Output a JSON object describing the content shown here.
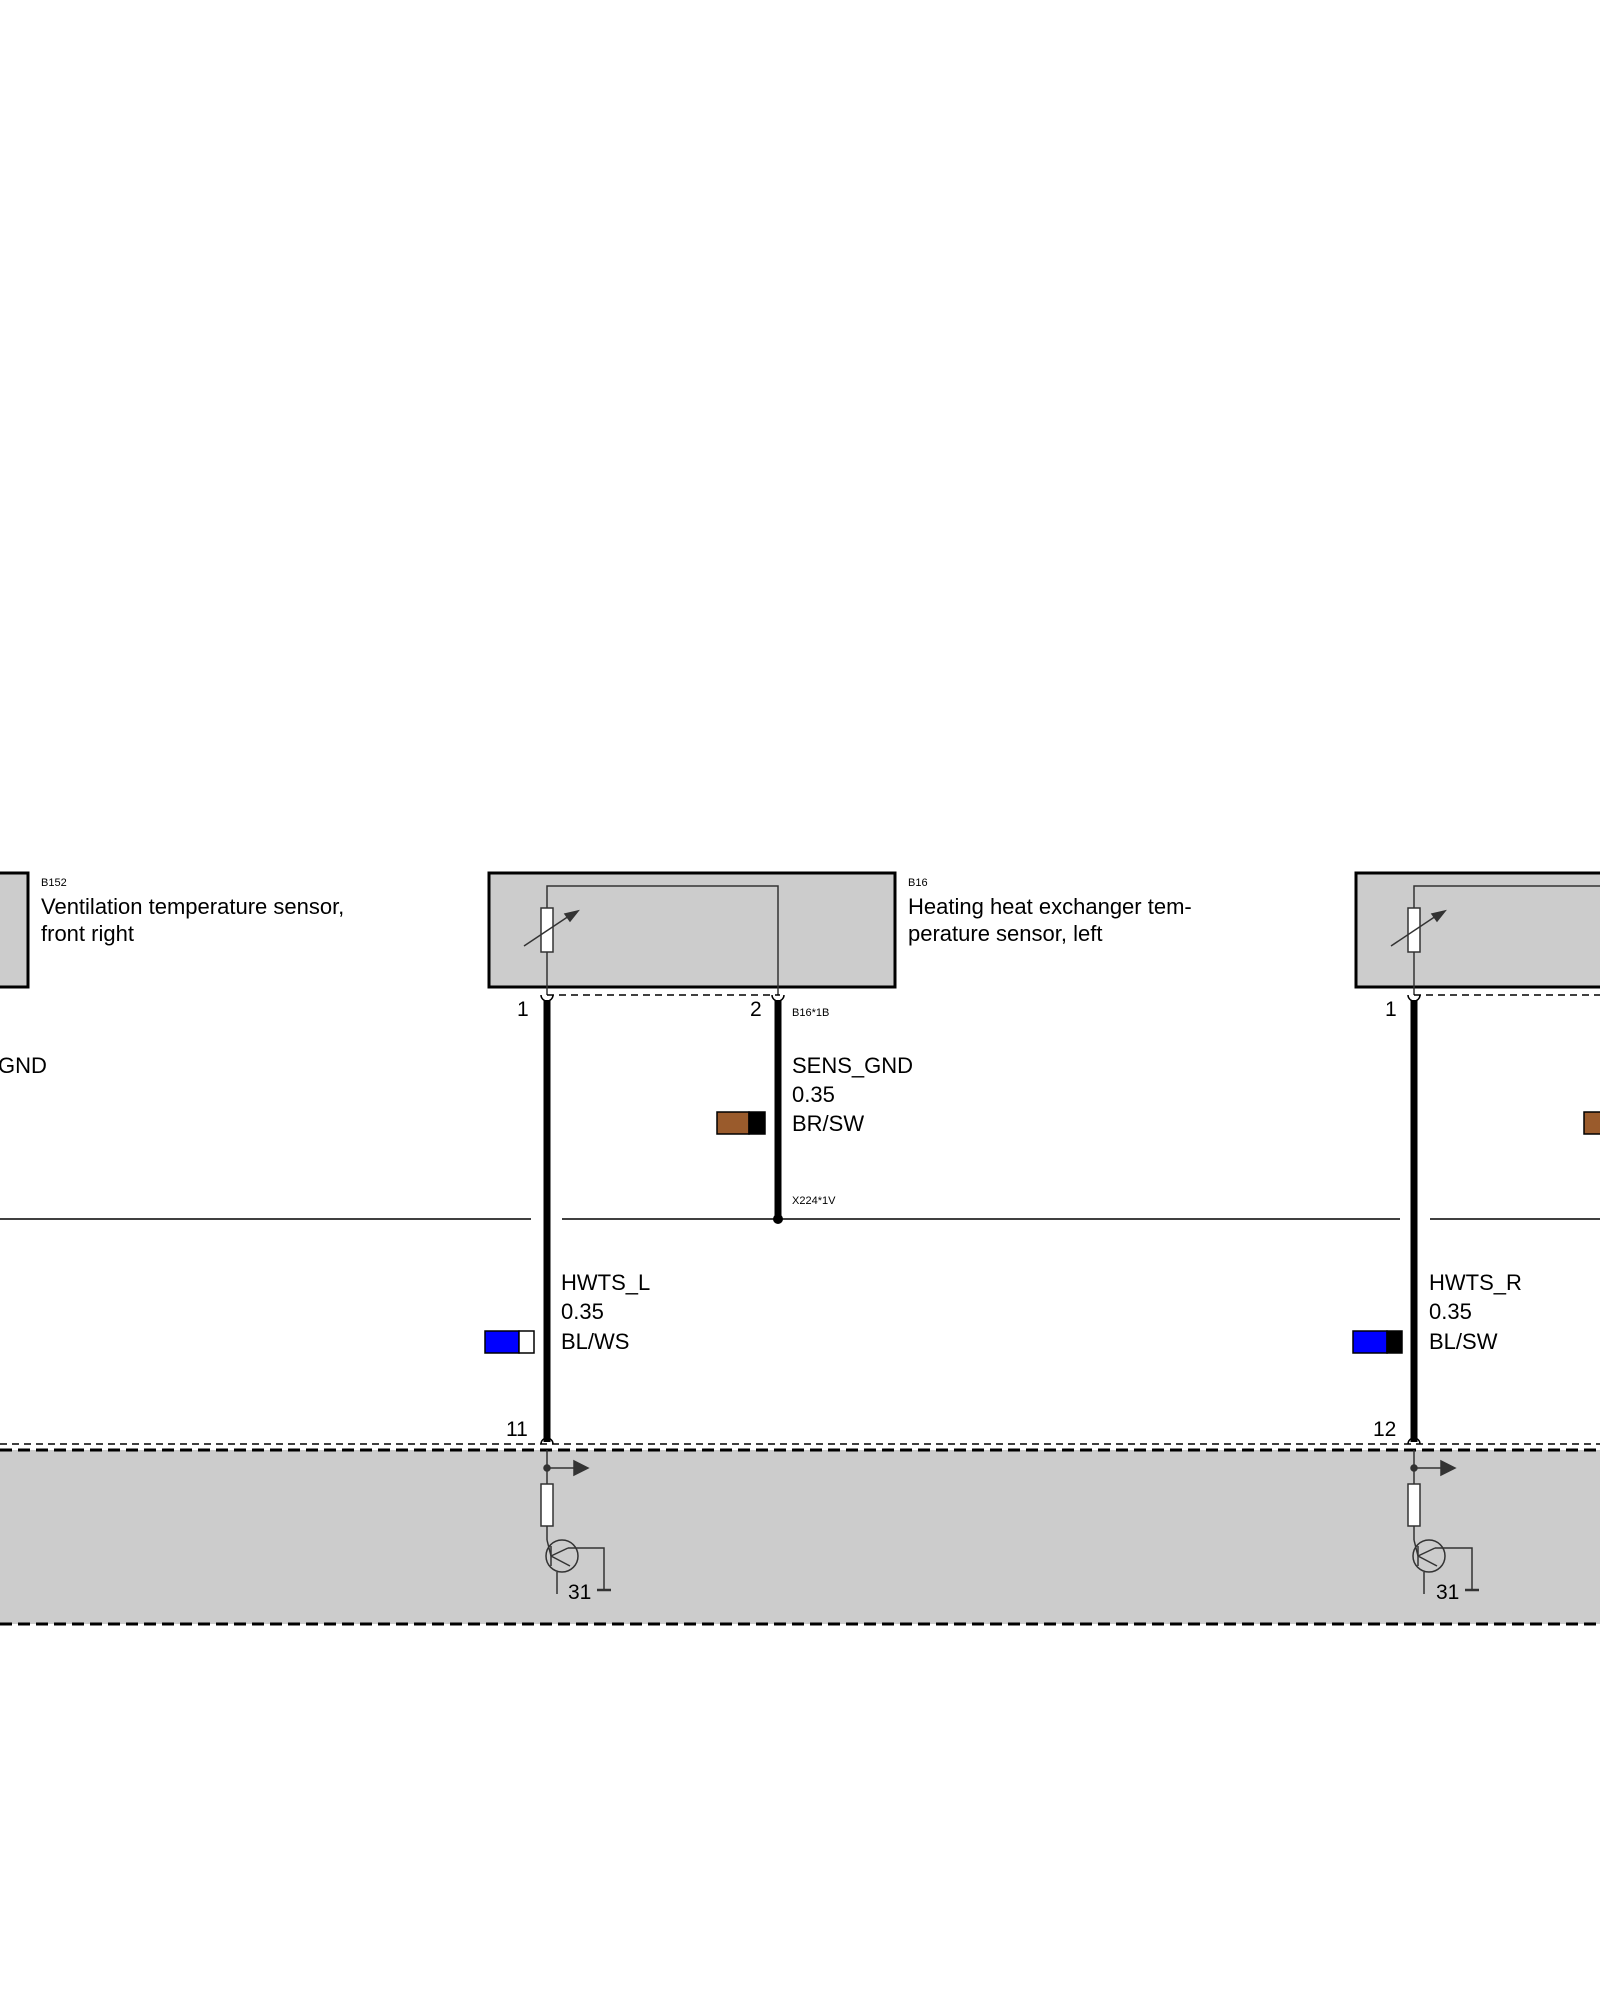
{
  "components": {
    "b152": {
      "code": "B152",
      "name_line1": "Ventilation temperature sensor,",
      "name_line2": "front right"
    },
    "b16": {
      "code": "B16",
      "name_line1": "Heating heat exchanger tem-",
      "name_line2": "perature sensor, left",
      "connector": "B16*1B",
      "pin_signal": "1",
      "pin_ground": "2"
    },
    "right_sensor": {
      "pin_signal": "1"
    }
  },
  "wires": {
    "left_partial_gnd": {
      "signal": "GND"
    },
    "sens_gnd": {
      "signal": "SENS_GND",
      "size": "0.35",
      "color_code": "BR/SW",
      "colors": [
        "#9a5b2c",
        "#000000"
      ]
    },
    "right_partial": {
      "colors": [
        "#9a5b2c"
      ]
    },
    "hwts_l": {
      "signal": "HWTS_L",
      "size": "0.35",
      "color_code": "BL/WS",
      "colors": [
        "#0000ff",
        "#ffffff"
      ]
    },
    "hwts_r": {
      "signal": "HWTS_R",
      "size": "0.35",
      "color_code": "BL/SW",
      "colors": [
        "#0000ff",
        "#000000"
      ]
    }
  },
  "splice": {
    "code": "X224*1V"
  },
  "control_unit": {
    "pin_hwts_l": "11",
    "pin_hwts_r": "12",
    "ground_left": "31",
    "ground_right": "31"
  },
  "palette": {
    "component_fill": "#cccccc",
    "line": "#000000"
  }
}
